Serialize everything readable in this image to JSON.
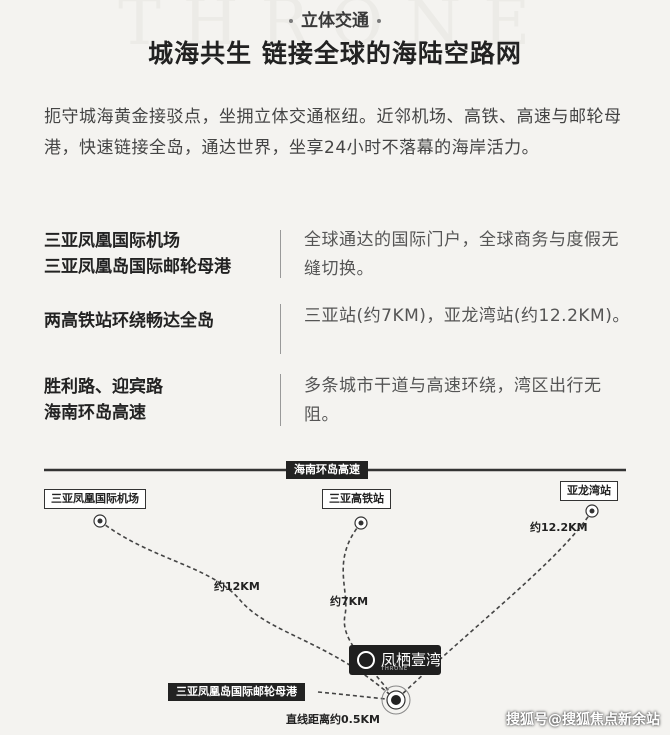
{
  "watermark": "THRONE",
  "section_tag": "立体交通",
  "headline": "城海共生  链接全球的海陆空路网",
  "intro": "扼守城海黄金接驳点，坐拥立体交通枢纽。近邻机场、高铁、高速与邮轮母港，快速链接全岛，通达世界，坐享24小时不落幕的海岸活力。",
  "rows": [
    {
      "left": [
        "三亚凤凰国际机场",
        "三亚凤凰岛国际邮轮母港"
      ],
      "right": "全球通达的国际门户，全球商务与度假无缝切换。"
    },
    {
      "left": [
        "两高铁站环绕畅达全岛"
      ],
      "right": "三亚站(约7KM)，亚龙湾站(约12.2KM)。"
    },
    {
      "left": [
        "胜利路、迎宾路",
        "海南环岛高速"
      ],
      "right": "多条城市干道与高速环绕，湾区出行无阻。"
    }
  ],
  "map": {
    "highway": "海南环岛高速",
    "airport": "三亚凤凰国际机场",
    "hsr_sanya": "三亚高铁站",
    "hsr_yalong": "亚龙湾站",
    "d_airport": "约12KM",
    "d_sanya": "约7KM",
    "d_yalong": "约12.2KM",
    "port": "三亚凤凰岛国际邮轮母港",
    "d_port": "直线距离约0.5KM",
    "hub_name": "凤栖壹湾",
    "hub_sub": "THRONE"
  },
  "footer": "搜狐号@搜狐焦点新余站"
}
